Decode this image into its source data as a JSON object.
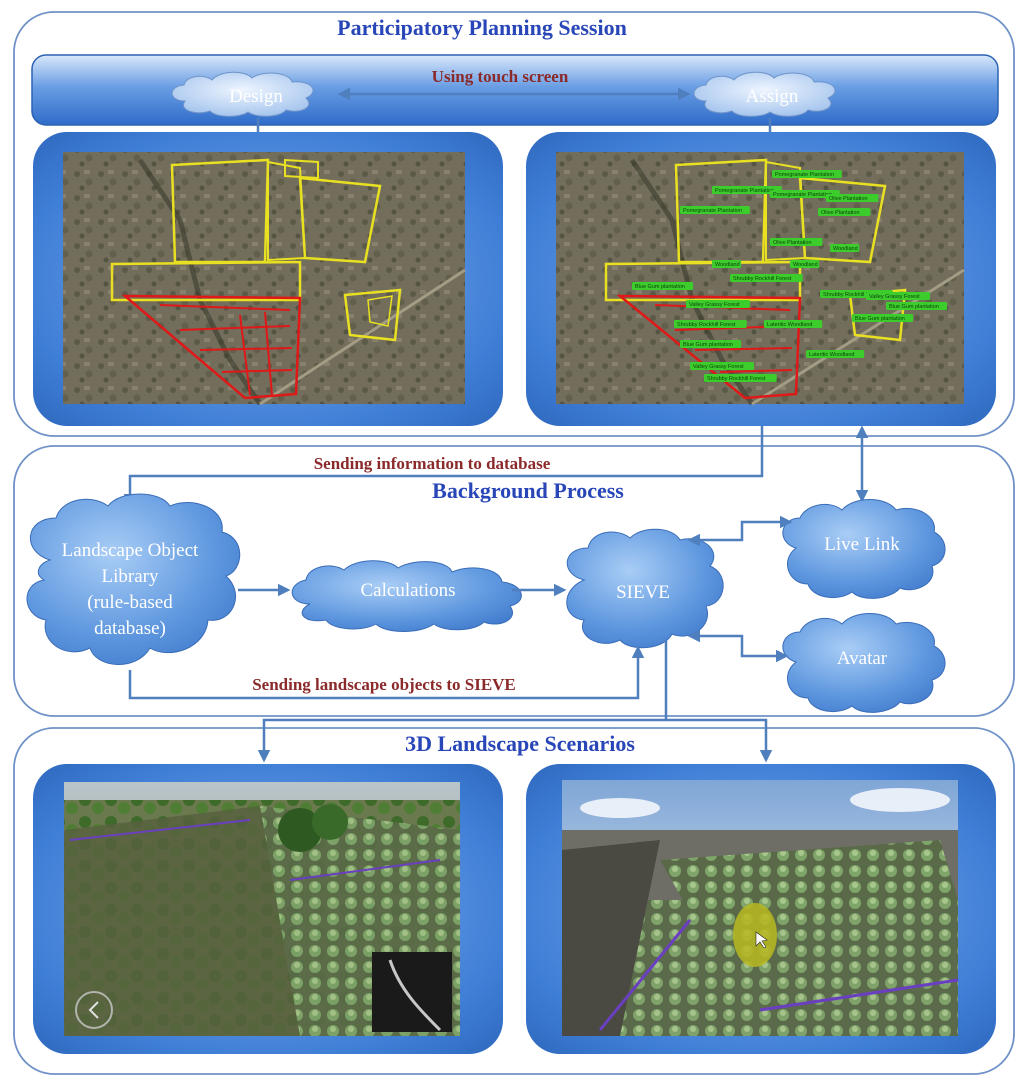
{
  "sections": {
    "top": {
      "title": "Participatory Planning Session"
    },
    "middle": {
      "title": "Background Process"
    },
    "bottom": {
      "title": "3D Landscape Scenarios"
    }
  },
  "top_bar": {
    "label": "Using touch screen",
    "design": "Design",
    "assign": "Assign"
  },
  "flows": {
    "to_database": "Sending information to database",
    "to_sieve": "Sending landscape objects to SIEVE"
  },
  "nodes": {
    "library_lines": [
      "Landscape Object",
      "Library",
      "(rule-based",
      "database)"
    ],
    "calculations": "Calculations",
    "sieve": "SIEVE",
    "live_link": "Live Link",
    "avatar": "Avatar"
  },
  "map_tags": [
    "Pomegranate Plantation",
    "Pomegranate Plantation",
    "Pomegranate Plantation",
    "Pomegranate Plantation",
    "Olive Plantation",
    "Olive Plantation",
    "Olive Plantation",
    "Woodland",
    "Woodland",
    "Woodland",
    "Shrubby Rockhill Forest",
    "Blue Gum plantation",
    "Shrubby Rockhill Forest",
    "Valley Grassy Forest",
    "Shrubby Rockhill Forest",
    "Lateritic Woodland",
    "Valley Grassy Forest",
    "Blue Gum plantation",
    "Blue Gum plantation",
    "Blue Gum plantation",
    "Lateritic Woodland",
    "Valley Grassy Forest",
    "Shrubby Rockhill Forest"
  ],
  "colors": {
    "title": "#2846b8",
    "flow_label": "#8b2a2a",
    "panel": "#4a86d8",
    "arrow": "#4f7fbd",
    "parcel_yellow": "#e8e020",
    "parcel_red": "#e01818",
    "tag_green": "#3ccd2c"
  }
}
